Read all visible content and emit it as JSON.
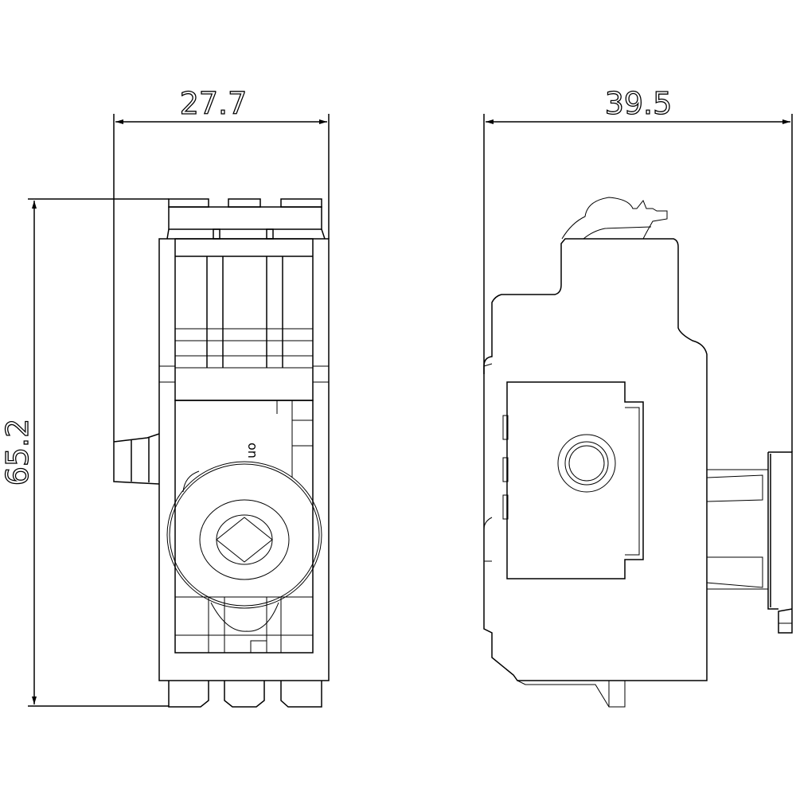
{
  "dimensions": {
    "front_width": "27.7",
    "height": "65.2",
    "side_width": "39.5"
  },
  "labels": {
    "knob_marking": "on"
  },
  "colors": {
    "line": "#000000",
    "background": "#ffffff"
  }
}
